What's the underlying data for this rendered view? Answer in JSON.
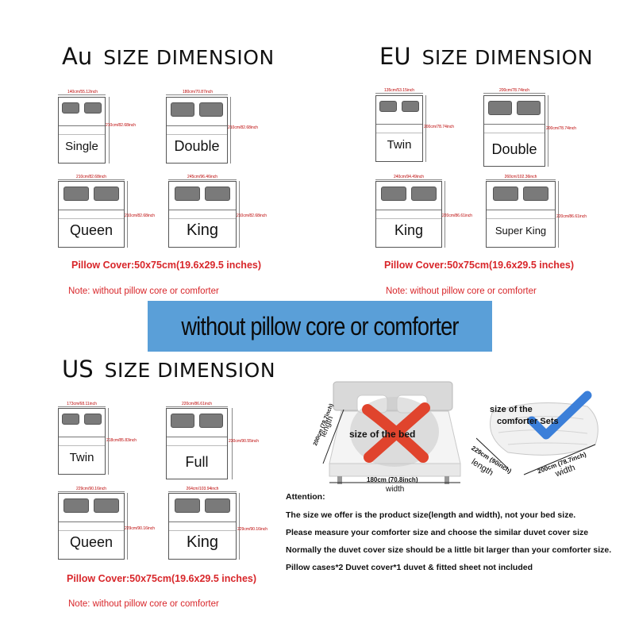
{
  "sections": {
    "au": {
      "code": "Au",
      "title": "SIZE DIMENSION",
      "beds": [
        {
          "name": "Single",
          "width": "140cm/55.12inch",
          "length": "210cm/82.68inch"
        },
        {
          "name": "Double",
          "width": "180cm/70.87inch",
          "length": "210cm/82.68inch"
        },
        {
          "name": "Queen",
          "width": "210cm/82.68inch",
          "length": "210cm/82.68inch"
        },
        {
          "name": "King",
          "width": "245cm/96.46inch",
          "length": "210cm/82.68inch"
        }
      ],
      "pillow_cover": "Pillow Cover:50x75cm(19.6x29.5 inches)",
      "note": "Note: without pillow core or comforter"
    },
    "eu": {
      "code": "EU",
      "title": "SIZE DIMENSION",
      "beds": [
        {
          "name": "Twin",
          "width": "135cm/53.15inch",
          "length": "200cm/78.74inch"
        },
        {
          "name": "Double",
          "width": "200cm/78.74inch",
          "length": "200cm/78.74inch"
        },
        {
          "name": "King",
          "width": "240cm/94.49inch",
          "length": "220cm/86.61inch"
        },
        {
          "name": "Super King",
          "width": "260cm/102.36inch",
          "length": "220cm/86.61inch"
        }
      ],
      "pillow_cover": "Pillow Cover:50x75cm(19.6x29.5 inches)",
      "note": "Note: without pillow core or comforter"
    },
    "us": {
      "code": "US",
      "title": "SIZE DIMENSION",
      "beds": [
        {
          "name": "Twin",
          "width": "173cm/68.11inch",
          "length": "218cm/85.83inch"
        },
        {
          "name": "Full",
          "width": "220cm/86.61inch",
          "length": "230cm/90.55inch"
        },
        {
          "name": "Queen",
          "width": "229cm/90.16inch",
          "length": "229cm/90.16inch"
        },
        {
          "name": "King",
          "width": "264cm/103.94inch",
          "length": "229cm/90.16inch"
        }
      ],
      "pillow_cover": "Pillow Cover:50x75cm(19.6x29.5 inches)",
      "note": "Note: without pillow core or comforter"
    }
  },
  "banner": {
    "text": "without pillow core or comforter"
  },
  "illustrations": {
    "bed": {
      "label": "size of the bed",
      "length_dim": "200cm (78.7inch)",
      "length_word": "length",
      "width_dim": "180cm (70.8inch)",
      "width_word": "width"
    },
    "comforter": {
      "label_line1": "size of the",
      "label_line2": "comforter Sets",
      "length_dim": "229cm (90inch)",
      "length_word": "length",
      "width_dim": "200cm (78.7inch)",
      "width_word": "width"
    }
  },
  "attention": {
    "heading": "Attention:",
    "lines": [
      "The size we offer is the product size(length and width), not your bed size.",
      "Please measure your comforter size and choose the similar duvet cover size",
      "Normally the duvet cover size should be a little bit larger than your comforter size.",
      "Pillow cases*2  Duvet cover*1 duvet & fitted sheet not included"
    ]
  },
  "colors": {
    "red_text": "#d8262a",
    "banner_bg": "#5a9fd8",
    "pillow": "#7a7a7a",
    "cross": "#e0442d",
    "check": "#3b7fd9"
  }
}
